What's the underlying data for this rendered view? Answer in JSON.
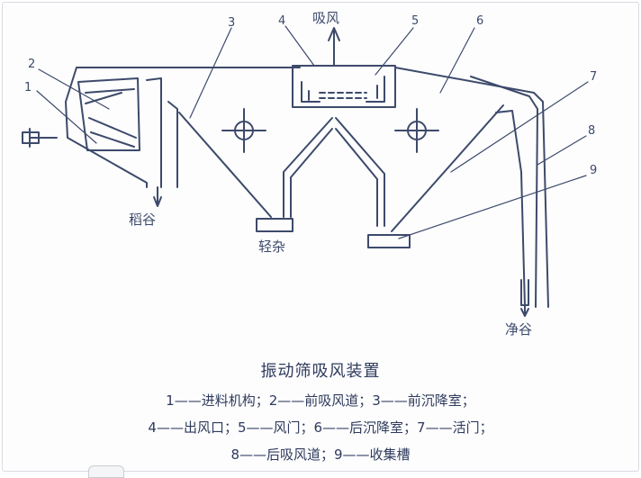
{
  "diagram": {
    "numbers": [
      "1",
      "2",
      "3",
      "4",
      "5",
      "6",
      "7",
      "8",
      "9"
    ],
    "labels": {
      "suction": "吸风",
      "paddy": "稻谷",
      "light_impurity": "轻杂",
      "clean_grain": "净谷"
    },
    "caption": "振动筛吸风装置",
    "legend": [
      "1——进料机构；2——前吸风道；3——前沉降室；",
      "4——出风口；5——风门；6——后沉降室；7——活门；",
      "8——后吸风道；9——收集槽"
    ]
  },
  "colors": {
    "line": "#3d4a6b",
    "text": "#2f3b5c",
    "bg": "#ffffff"
  }
}
